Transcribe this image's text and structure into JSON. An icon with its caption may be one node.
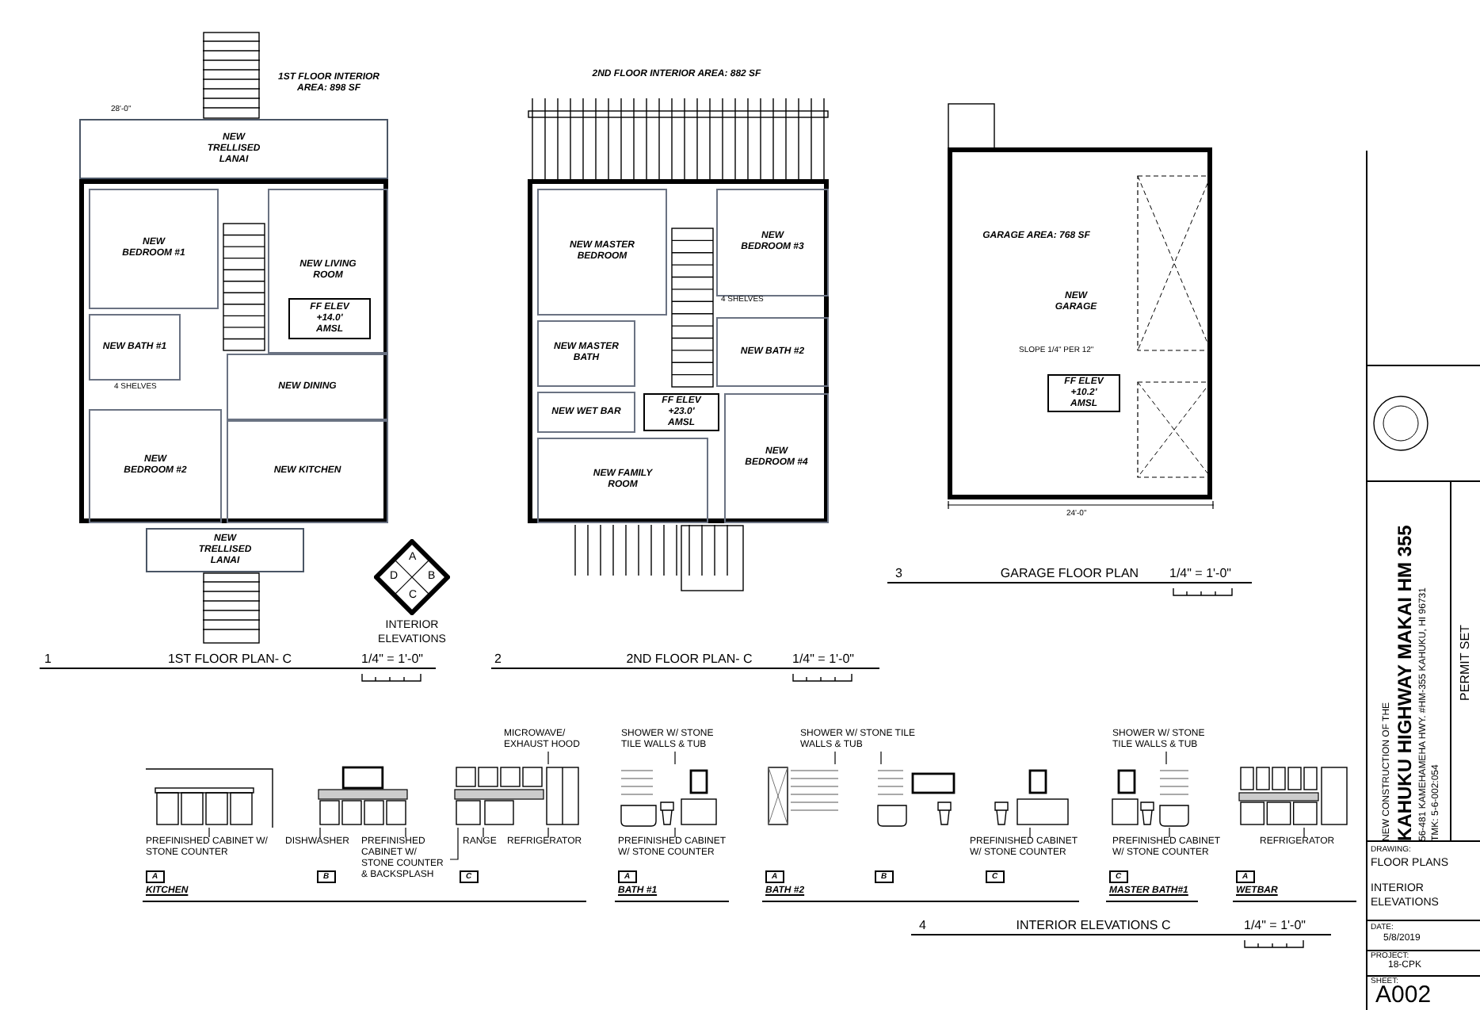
{
  "diagram": {
    "nodes": [
      {
        "text": [
          "NEW TRELLISED LANAI"
        ]
      },
      {
        "text": [],
        "shape": "box"
      },
      {
        "text": [
          "NEW BEDROOM #1"
        ],
        "in": 1
      },
      {
        "text": [
          "NEW LIVING ROOM"
        ],
        "in": 1
      },
      {
        "text": [
          "FF ELEV +14.0' AMSL"
        ],
        "in": 3
      },
      {
        "text": [
          "NEW BATH #1"
        ],
        "in": 1
      },
      {
        "text": [
          "NEW DINING"
        ],
        "in": 1
      },
      {
        "text": [
          "NEW BEDROOM #2"
        ],
        "in": 1
      },
      {
        "text": [
          "NEW KITCHEN"
        ],
        "in": 1
      },
      {
        "text": [
          "NEW TRELLISED LANAI"
        ]
      },
      {
        "text": [
          "A",
          "B",
          "C",
          "D"
        ],
        "beside": [
          "INTERIOR ELEVATIONS"
        ]
      },
      {
        "text": [],
        "shape": "box"
      },
      {
        "text": [
          "NEW MASTER BEDROOM"
        ],
        "in": 11
      },
      {
        "text": [
          "NEW BEDROOM #3"
        ],
        "in": 11
      },
      {
        "text": [
          "NEW MASTER BATH"
        ],
        "in": 11
      },
      {
        "text": [
          "NEW BATH #2"
        ],
        "in": 11
      },
      {
        "text": [
          "FF ELEV +23.0' AMSL"
        ],
        "in": 11
      },
      {
        "text": [
          "NEW WET BAR"
        ],
        "in": 11
      },
      {
        "text": [
          "NEW FAMILY ROOM"
        ],
        "in": 11
      },
      {
        "text": [
          "NEW BEDROOM #4"
        ],
        "in": 11
      },
      {
        "text": [
          "GARAGE AREA: 768 SF",
          "NEW GARAGE"
        ]
      },
      {
        "text": [
          "FF ELEV +10.2' AMSL"
        ],
        "in": 20
      },
      {
        "text": [],
        "shape": "picture"
      },
      {
        "text": [],
        "shape": "picture"
      },
      {
        "text": [],
        "shape": "picture"
      },
      {
        "text": [],
        "shape": "picture"
      },
      {
        "text": [],
        "shape": "picture"
      },
      {
        "text": [],
        "shape": "picture"
      },
      {
        "text": [],
        "shape": "picture"
      },
      {
        "text": [],
        "shape": "picture"
      },
      {
        "text": [],
        "shape": "picture"
      },
      {
        "text": [
          "PREFINISHED CABINET W/ STONE COUNTER"
        ]
      },
      {
        "text": [
          "DISHWASHER"
        ]
      },
      {
        "text": [
          "PREFINISHED CABINET W/ STONE COUNTER & BACKSPLASH"
        ]
      },
      {
        "text": [
          "MICROWAVE/ EXHAUST HOOD"
        ]
      },
      {
        "text": [
          "RANGE"
        ]
      },
      {
        "text": [
          "REFRIGERATOR"
        ]
      },
      {
        "text": [
          "SHOWER W/ STONE TILE WALLS & TUB"
        ]
      },
      {
        "text": [
          "PREFINISHED CABINET W/ STONE COUNTER"
        ]
      },
      {
        "text": [
          "SHOWER W/ STONE TILE WALLS & TUB"
        ]
      },
      {
        "text": [
          "PREFINISHED CABINET W/ STONE COUNTER"
        ]
      },
      {
        "text": [
          "SHOWER W/ STONE TILE WALLS & TUB"
        ]
      },
      {
        "text": [
          "PREFINISHED CABINET W/ STONE COUNTER"
        ]
      },
      {
        "text": [
          "REFRIGERATOR"
        ]
      }
    ],
    "edges": [
      {
        "from": 31,
        "to": 22,
        "arrow": "none"
      },
      {
        "from": 32,
        "to": 23,
        "arrow": "none"
      },
      {
        "from": 33,
        "to": 23,
        "arrow": "none"
      },
      {
        "from": 33,
        "to": 24,
        "arrow": "none"
      },
      {
        "from": 34,
        "to": 24,
        "arrow": "none"
      },
      {
        "from": 35,
        "to": 24,
        "arrow": "none"
      },
      {
        "from": 36,
        "to": 24,
        "arrow": "none"
      },
      {
        "from": 37,
        "to": 25,
        "arrow": "none"
      },
      {
        "from": 38,
        "to": 25,
        "arrow": "none"
      },
      {
        "from": 39,
        "to": 26,
        "arrow": "none"
      },
      {
        "from": 39,
        "to": 27,
        "arrow": "none"
      },
      {
        "from": 40,
        "to": 28,
        "arrow": "none"
      },
      {
        "from": 41,
        "to": 29,
        "arrow": "none"
      },
      {
        "from": 42,
        "to": 29,
        "arrow": "none"
      },
      {
        "from": 43,
        "to": 30,
        "arrow": "none"
      }
    ],
    "labels": [
      "1ST FLOOR INTERIOR AREA: 898 SF",
      "2ND FLOOR INTERIOR AREA: 882 SF",
      "28'-0\"",
      "4 SHELVES",
      "4 SHELVES",
      "SLOPE 1/4\" PER 12\"",
      "24'-0\"",
      "1",
      "1ST FLOOR PLAN- C",
      "1/4\" = 1'-0\"",
      "2",
      "2ND FLOOR PLAN- C",
      "1/4\" = 1'-0\"",
      "3",
      "GARAGE FLOOR PLAN",
      "1/4\" = 1'-0\"",
      "A",
      "B",
      "C",
      "KITCHEN",
      "A",
      "BATH #1",
      "A",
      "B",
      "C",
      "BATH #2",
      "C",
      "MASTER BATH#1",
      "A",
      "WETBAR",
      "4",
      "INTERIOR ELEVATIONS C",
      "1/4\" = 1'-0\"",
      "NEW CONSTRUCTION OF THE",
      "KAHUKU HIGHWAY MAKAI HM 355",
      "56-481 KAMEHAMEHA HWY. #HM-355 KAHUKU, HI 96731",
      "TMK: 5-6-002:054",
      "PERMIT SET",
      "DRAWING:",
      "FLOOR PLANS",
      "INTERIOR ELEVATIONS",
      "DATE:",
      "5/8/2019",
      "PROJECT:",
      "18-CPK",
      "SHEET:",
      "A002"
    ]
  }
}
